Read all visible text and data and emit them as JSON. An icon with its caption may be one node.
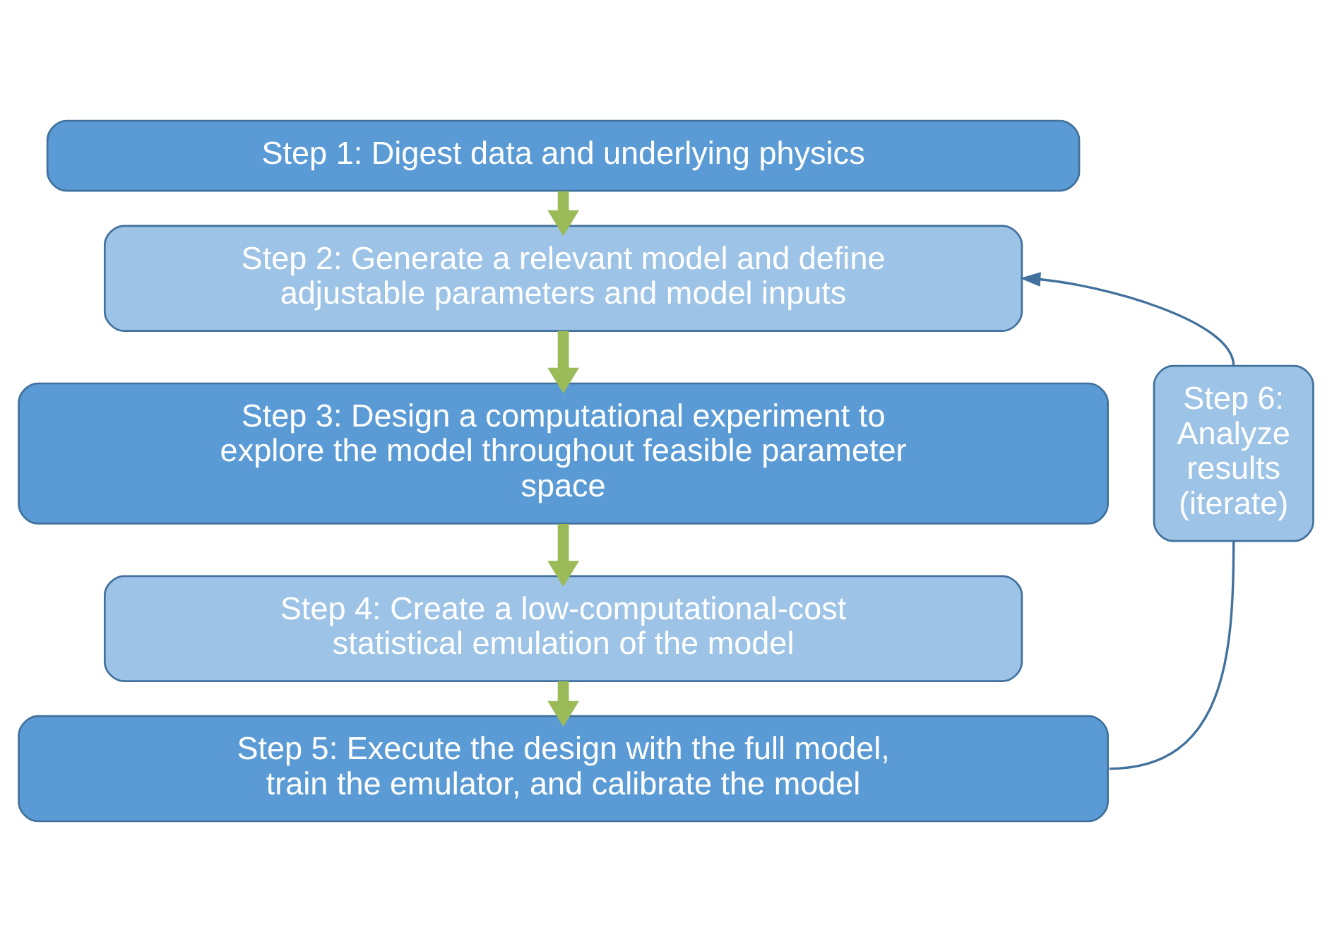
{
  "diagram": {
    "nodes": [
      {
        "text": [
          "Step 1: Digest data and underlying physics"
        ]
      },
      {
        "text": [
          "Step 2: Generate a relevant model and define adjustable parameters and model inputs"
        ]
      },
      {
        "text": [
          "Step 3: Design a computational experiment to explore the model throughout feasible parameter space"
        ]
      },
      {
        "text": [
          "Step 4: Create a low-computational-cost statistical emulation of the model"
        ]
      },
      {
        "text": [
          "Step 5: Execute the design with the full model, train the emulator, and calibrate the model"
        ]
      },
      {
        "text": [
          "Step 6: Analyze results (iterate)"
        ]
      }
    ],
    "edges": [
      {
        "from": 0,
        "to": 1,
        "arrow": "to"
      },
      {
        "from": 1,
        "to": 2,
        "arrow": "to"
      },
      {
        "from": 2,
        "to": 3,
        "arrow": "to"
      },
      {
        "from": 3,
        "to": 4,
        "arrow": "to"
      },
      {
        "from": 4,
        "to": 5,
        "arrow": "none",
        "color": "#41719c"
      },
      {
        "from": 5,
        "to": 1,
        "arrow": "to",
        "color": "#41719c"
      }
    ]
  }
}
